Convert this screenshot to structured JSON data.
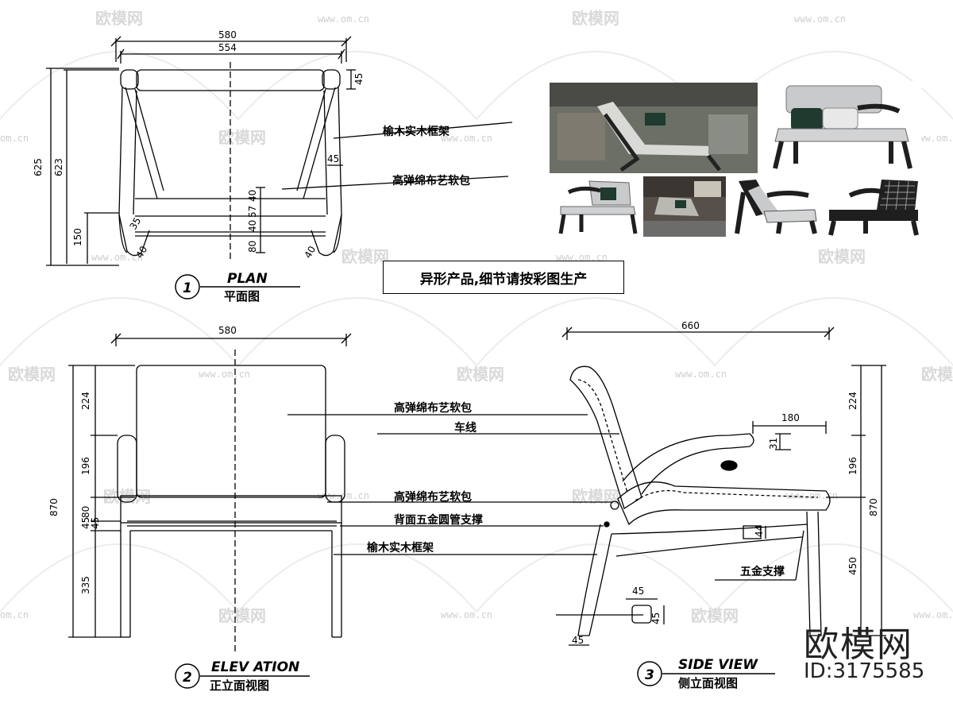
{
  "watermarks": {
    "logo_text": "欧模网",
    "url_text": "www.om.cn",
    "url_text_short": "om.cn"
  },
  "plan": {
    "dims": {
      "outer_width": "580",
      "inner_width": "554",
      "total_depth": "625",
      "inner_depth": "623",
      "rear_post": "45",
      "arm_width": "45",
      "leg_height": "150",
      "seat_front": "40",
      "seat_gap": "57",
      "seat_back": "40",
      "front_rail": "80",
      "leg_angle_a": "35",
      "leg_foot_a": "40",
      "leg_foot_b": "40"
    },
    "notes": {
      "frame": "榆木实木框架",
      "cushion": "高弹绵布艺软包"
    },
    "label": {
      "num": "1",
      "en": "PLAN",
      "cn": "平面图"
    }
  },
  "notice": "异形产品,细节请按彩图生产",
  "elevation": {
    "dims": {
      "width": "580",
      "total_height": "870",
      "back_h": "224",
      "arm_h": "196",
      "seat_h": "80",
      "rail_a": "45",
      "rail_b": "45",
      "leg_h": "335"
    },
    "notes": {
      "cushion_back": "高弹绵布艺软包",
      "stitch": "车线",
      "cushion_seat": "高弹绵布艺软包",
      "tube": "背面五金圆管支撑",
      "frame": "榆木实木框架"
    },
    "label": {
      "num": "2",
      "en": "ELEV ATION",
      "cn": "正立面视图"
    }
  },
  "side": {
    "dims": {
      "depth": "660",
      "arm_len": "180",
      "arm_thick": "31",
      "seat_thick": "44",
      "leg_section_w": "45",
      "leg_section_h": "45",
      "foot": "45",
      "back_h": "224",
      "arm_h": "196",
      "seat_h": "450",
      "total_height": "870"
    },
    "notes": {
      "hardware": "五金支撑"
    },
    "label": {
      "num": "3",
      "en": "SIDE VIEW",
      "cn": "侧立面视图"
    }
  },
  "photos": [
    {
      "name": "photo-lounge-scene",
      "bg": "#6b6f66"
    },
    {
      "name": "photo-armchair-front",
      "bg": "#ffffff"
    },
    {
      "name": "photo-armchair-side-a",
      "bg": "#ffffff"
    },
    {
      "name": "photo-living-room",
      "bg": "#57504a"
    },
    {
      "name": "photo-armchair-side-b",
      "bg": "#ffffff"
    },
    {
      "name": "photo-armchair-woven",
      "bg": "#ffffff"
    }
  ],
  "brand": {
    "name": "欧模网",
    "id": "ID:3175585"
  },
  "colors": {
    "line": "#000000",
    "watermark": "#d9d9d9",
    "upholstery": "#c9cacc",
    "frame_dark": "#1e1e1e"
  }
}
